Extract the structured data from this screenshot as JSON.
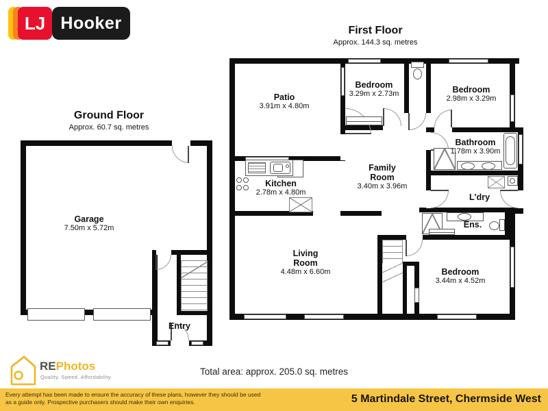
{
  "logo": {
    "lj": "LJ",
    "hooker": "Hooker"
  },
  "first_floor": {
    "title": "First Floor",
    "subtitle": "Approx. 144.3 sq. metres",
    "rooms": {
      "patio": {
        "name": "Patio",
        "dims": "3.91m x 4.80m"
      },
      "bedroom1": {
        "name": "Bedroom",
        "dims": "3.29m x 2.73m"
      },
      "bedroom2": {
        "name": "Bedroom",
        "dims": "2.98m x 3.29m"
      },
      "bathroom": {
        "name": "Bathroom",
        "dims": "1.78m x 3.90m"
      },
      "kitchen": {
        "name": "Kitchen",
        "dims": "2.78m x 4.80m"
      },
      "family": {
        "name": "Family Room",
        "dims": "3.40m x 3.96m"
      },
      "laundry": {
        "name": "L'dry"
      },
      "living": {
        "name": "Living Room",
        "dims": "4.48m x 6.60m"
      },
      "ensuite": {
        "name": "Ens."
      },
      "bedroom3": {
        "name": "Bedroom",
        "dims": "3.44m x 4.52m"
      }
    }
  },
  "ground_floor": {
    "title": "Ground Floor",
    "subtitle": "Approx. 60.7 sq. metres",
    "rooms": {
      "garage": {
        "name": "Garage",
        "dims": "7.50m x 5.72m"
      },
      "entry": {
        "name": "Entry"
      }
    }
  },
  "summary": {
    "total_area": "Total area: approx. 205.0 sq. metres"
  },
  "rephotos": {
    "re": "RE",
    "photos": "Photos",
    "tagline": "Quality. Speed. Affordability."
  },
  "footer": {
    "disclaimer_line1": "Every attempt has been made to ensure the accuracy of these plans, however they should be used",
    "disclaimer_line2": "as a guide only.  Prospective purchasers should make their own enquiries.",
    "address": "5 Martindale Street, Chermside West"
  },
  "colors": {
    "wall": "#0d0d0d",
    "footer_bg": "#F7C545",
    "brand_red": "#E8112D",
    "brand_yellow": "#FFC20E",
    "brand_orange": "#F58220",
    "rephotos_yellow": "#EFB621"
  }
}
